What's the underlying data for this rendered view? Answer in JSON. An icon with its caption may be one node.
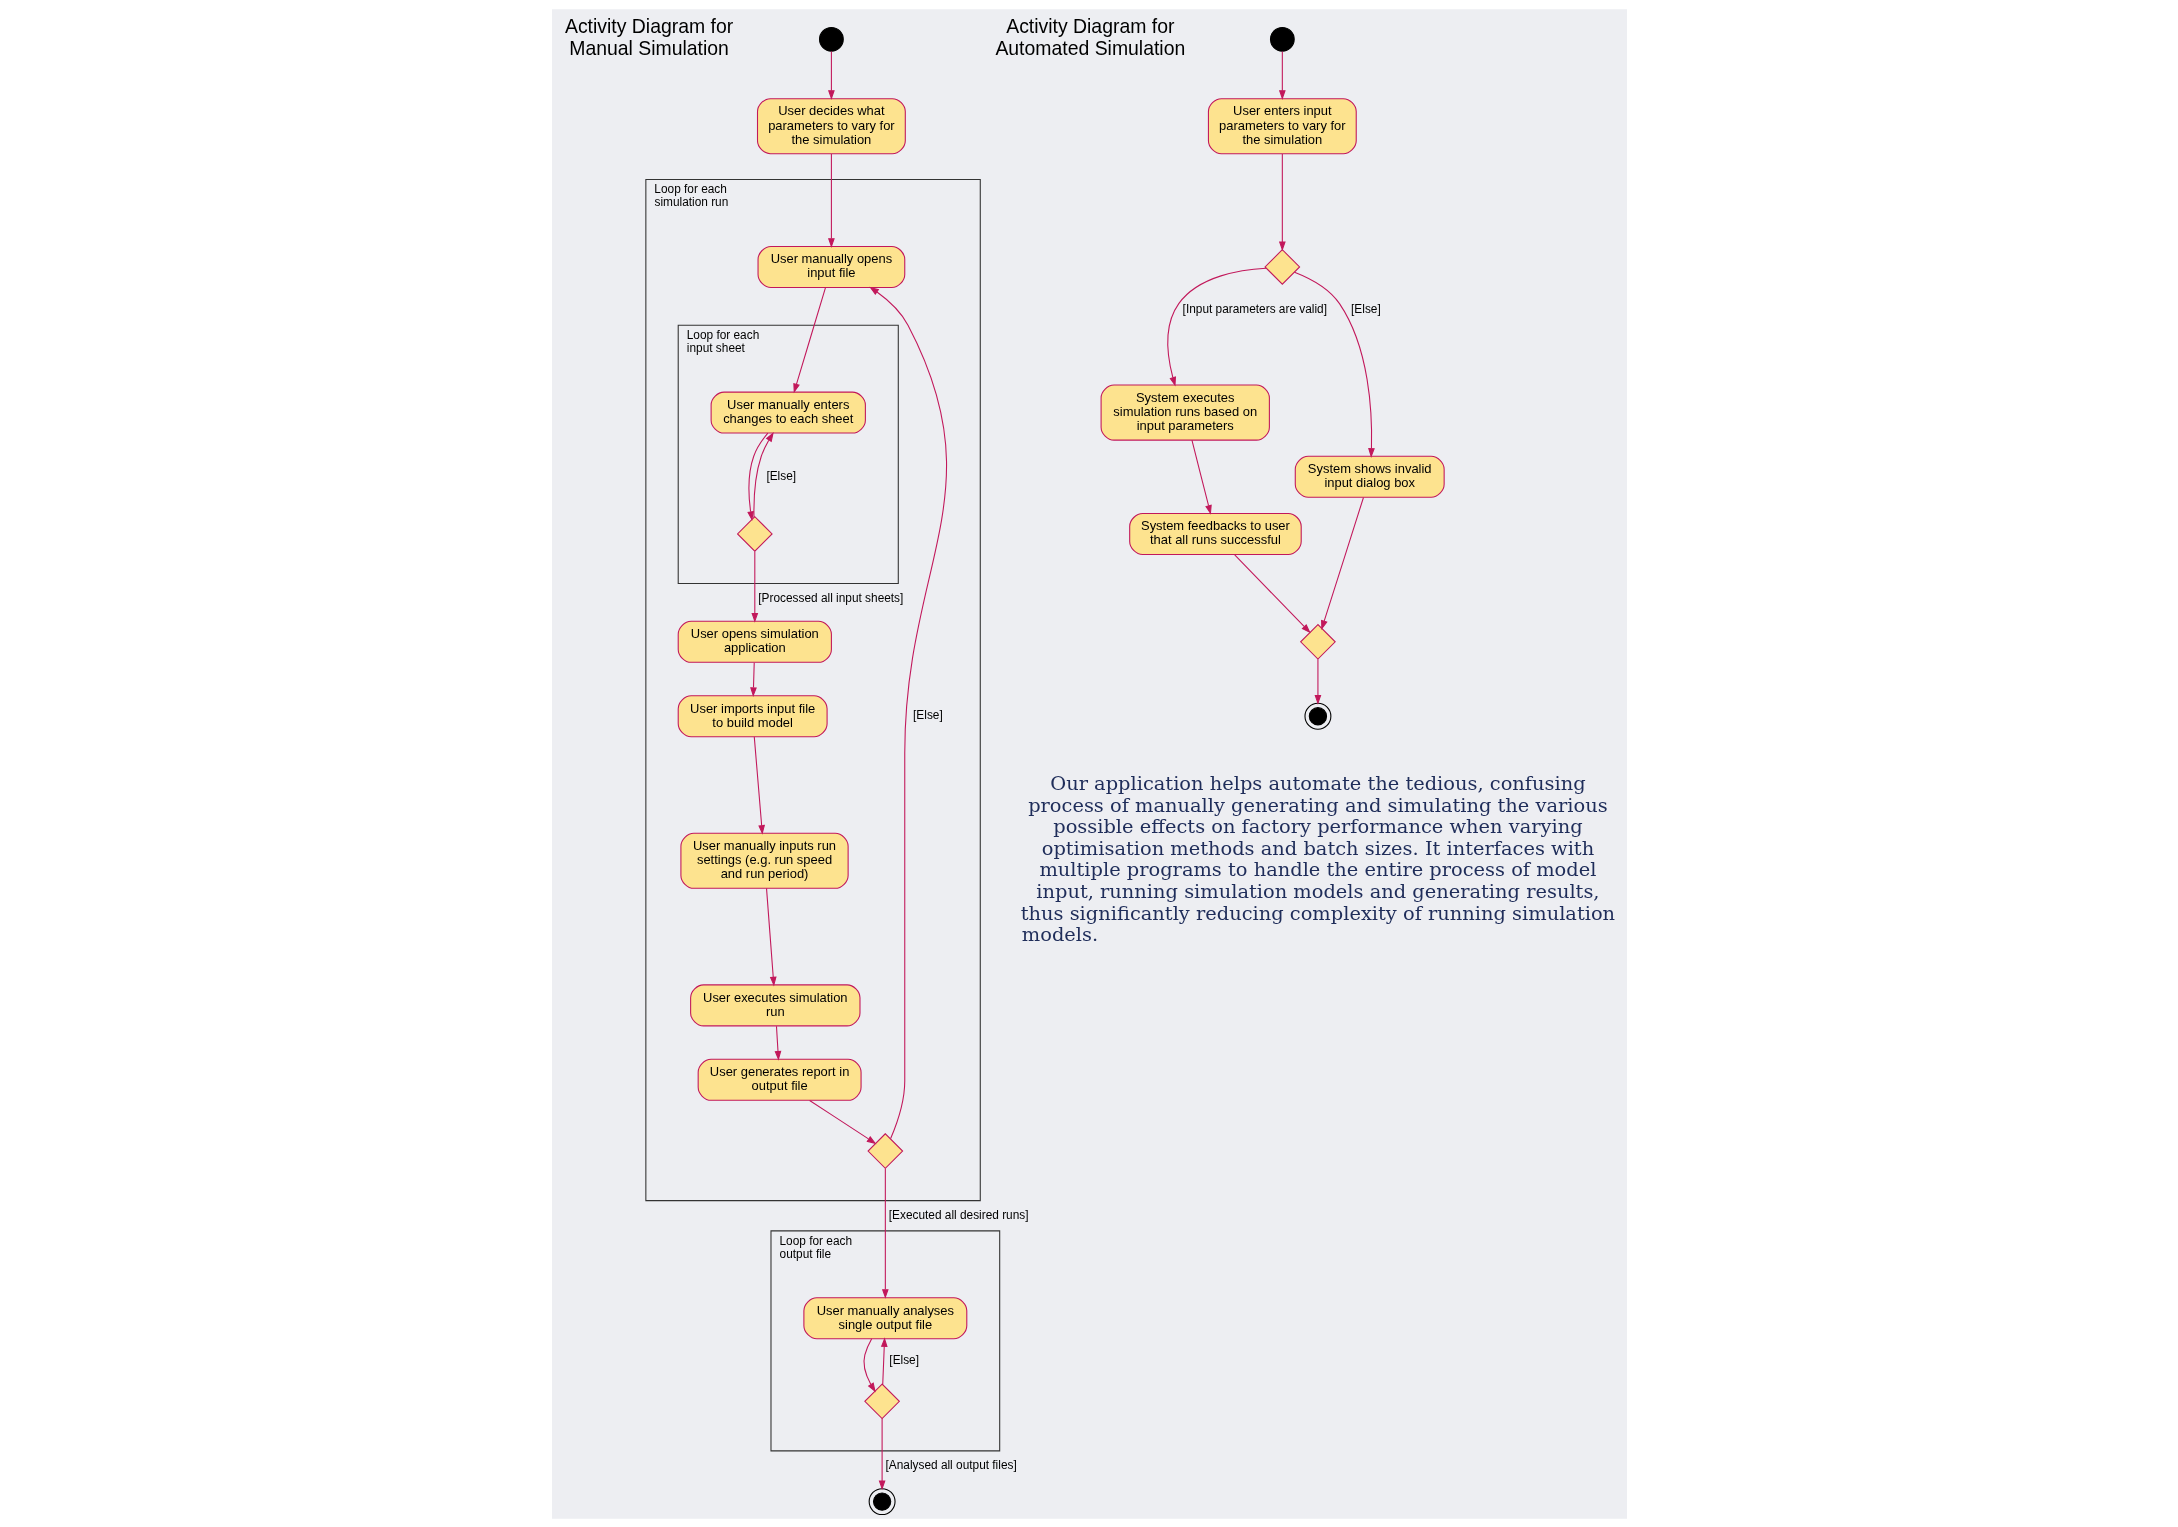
{
  "diagram": {
    "nodes": [
      {
        "text": [],
        "shape": "circle"
      },
      {
        "text": [
          "User decides what parameters to vary for the simulation"
        ]
      },
      {
        "text": [
          "Loop for each simulation run"
        ]
      },
      {
        "text": [
          "User manually opens input file"
        ],
        "in": 2
      },
      {
        "text": [
          "Loop for each input sheet"
        ],
        "in": 2
      },
      {
        "text": [
          "User manually enters changes to each sheet"
        ],
        "in": 4
      },
      {
        "text": [],
        "shape": "diamond",
        "in": 4
      },
      {
        "text": [
          "User opens simulation application"
        ],
        "in": 2
      },
      {
        "text": [
          "User imports input file to build model"
        ],
        "in": 2
      },
      {
        "text": [
          "User manually inputs run settings (e.g. run speed and run period)"
        ],
        "in": 2
      },
      {
        "text": [
          "User executes simulation run"
        ],
        "in": 2
      },
      {
        "text": [
          "User generates report in output file"
        ],
        "in": 2
      },
      {
        "text": [],
        "shape": "diamond",
        "in": 2
      },
      {
        "text": [
          "Loop for each output file"
        ]
      },
      {
        "text": [
          "User manually analyses single output file"
        ],
        "in": 13
      },
      {
        "text": [],
        "shape": "diamond",
        "in": 13
      },
      {
        "text": [],
        "shape": "bullseye"
      },
      {
        "text": [],
        "shape": "circle"
      },
      {
        "text": [
          "User enters input parameters to vary for the simulation"
        ]
      },
      {
        "text": [],
        "shape": "diamond"
      },
      {
        "text": [
          "System executes simulation runs based on input parameters"
        ]
      },
      {
        "text": [
          "System shows invalid input dialog box"
        ]
      },
      {
        "text": [
          "System feedbacks to user that all runs successful"
        ]
      },
      {
        "text": [],
        "shape": "diamond"
      },
      {
        "text": [],
        "shape": "bullseye"
      }
    ],
    "edges": [
      {
        "from": 0,
        "to": 1,
        "arrow": "to"
      },
      {
        "from": 1,
        "to": 3,
        "arrow": "to"
      },
      {
        "from": 3,
        "to": 5,
        "arrow": "to"
      },
      {
        "from": 5,
        "to": 6,
        "arrow": "to"
      },
      {
        "from": 6,
        "to": 5,
        "arrow": "to",
        "label": "[Else]"
      },
      {
        "from": 6,
        "to": 7,
        "arrow": "to",
        "label": "[Processed all input sheets]"
      },
      {
        "from": 7,
        "to": 8,
        "arrow": "to"
      },
      {
        "from": 8,
        "to": 9,
        "arrow": "to"
      },
      {
        "from": 9,
        "to": 10,
        "arrow": "to"
      },
      {
        "from": 10,
        "to": 11,
        "arrow": "to"
      },
      {
        "from": 11,
        "to": 12,
        "arrow": "to"
      },
      {
        "from": 12,
        "to": 3,
        "arrow": "to",
        "label": "[Else]"
      },
      {
        "from": 12,
        "to": 14,
        "arrow": "to",
        "label": "[Executed all desired runs]"
      },
      {
        "from": 14,
        "to": 15,
        "arrow": "to"
      },
      {
        "from": 15,
        "to": 14,
        "arrow": "to",
        "label": "[Else]"
      },
      {
        "from": 15,
        "to": 16,
        "arrow": "to",
        "label": "[Analysed all output files]"
      },
      {
        "from": 17,
        "to": 18,
        "arrow": "to"
      },
      {
        "from": 18,
        "to": 19,
        "arrow": "to"
      },
      {
        "from": 19,
        "to": 20,
        "arrow": "to",
        "label": "[Input parameters are valid]"
      },
      {
        "from": 19,
        "to": 21,
        "arrow": "to",
        "label": "[Else]"
      },
      {
        "from": 20,
        "to": 22,
        "arrow": "to"
      },
      {
        "from": 22,
        "to": 23,
        "arrow": "to"
      },
      {
        "from": 21,
        "to": 23,
        "arrow": "to"
      },
      {
        "from": 23,
        "to": 24,
        "arrow": "to"
      }
    ],
    "labels": [
      "Activity Diagram for Manual Simulation",
      "Activity Diagram for Automated Simulation",
      "Our application helps automate the tedious, confusing process of manually generating and simulating the various possible effects on factory performance when varying optimisation methods and batch sizes. It interfaces with multiple programs to handle the entire process of model input, running simulation models and generating results, thus significantly reducing complexity of running simulation models."
    ]
  }
}
